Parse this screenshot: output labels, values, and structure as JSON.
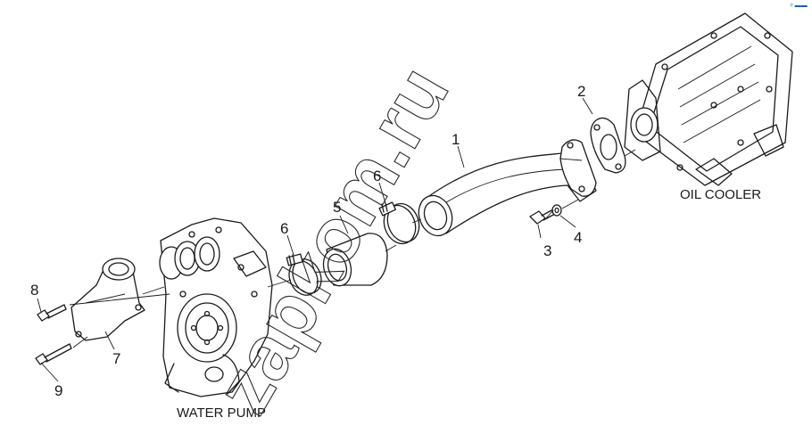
{
  "callouts": [
    "1",
    "2",
    "3",
    "4",
    "5",
    "6",
    "6",
    "7",
    "8",
    "9"
  ],
  "captions": {
    "oil_cooler": "OIL COOLER",
    "water_pump": "WATER PUMP"
  },
  "watermark": "zapkom.ru",
  "corner_mark": "ᵖ ▬▬"
}
